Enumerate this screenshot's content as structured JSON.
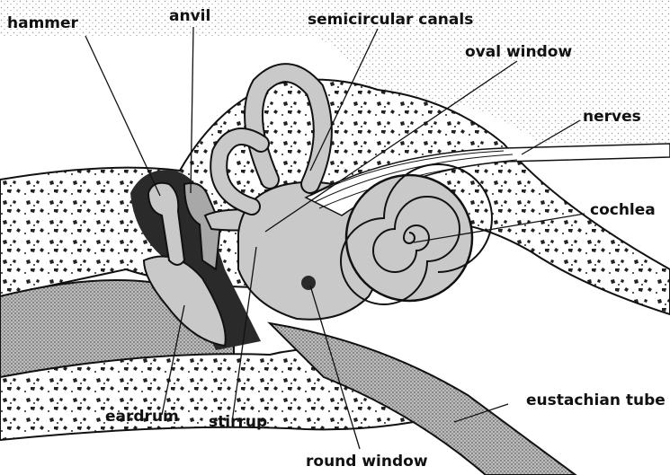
{
  "labels": {
    "hammer": "hammer",
    "anvil": "anvil",
    "semicircular_canals": "semicircular canals",
    "oval_window": "oval window",
    "nerves": "nerves",
    "cochlea": "cochlea",
    "eustachian_tube": "eustachian tube",
    "eardrum": "eardrum",
    "stirrup": "stirrup",
    "round_window": "round window"
  },
  "colors": {
    "ink": "#111111",
    "fill_gray": "#c9c9c9",
    "bone_white": "#ffffff",
    "dark_shadow": "#2a2a2a"
  }
}
